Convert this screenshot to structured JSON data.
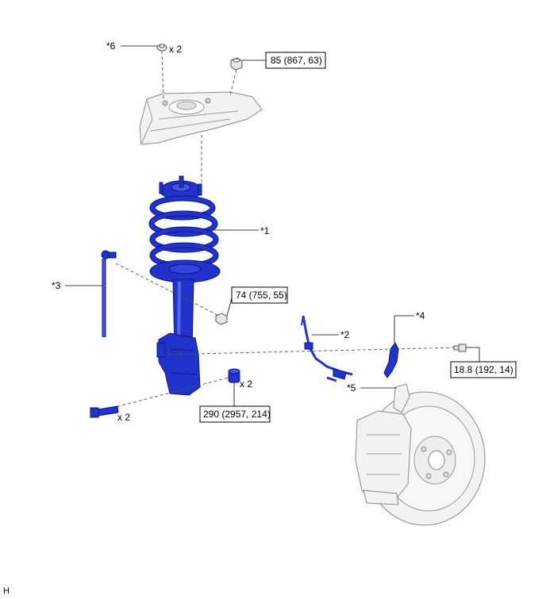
{
  "colors": {
    "highlight_part": "#2233cc",
    "highlight_dark": "#0a1580",
    "reference_part": "#e6e6e6",
    "outline": "#000000"
  },
  "callouts": {
    "c1": "*1",
    "c2": "*2",
    "c3": "*3",
    "c4": "*4",
    "c5": "*5",
    "c6": "*6"
  },
  "quantities": {
    "q_nut_top": "x 2",
    "q_bolt_lower": "x 2",
    "q_nut_lower": "x 2"
  },
  "torques": {
    "upper_support_nut": "85 (867, 63)",
    "stabilizer_link_nut": "74 (755, 55)",
    "knuckle_nut": "290 (2957, 214)",
    "bracket_bolt": "18.8 (192, 14)"
  },
  "corner_mark": "H"
}
